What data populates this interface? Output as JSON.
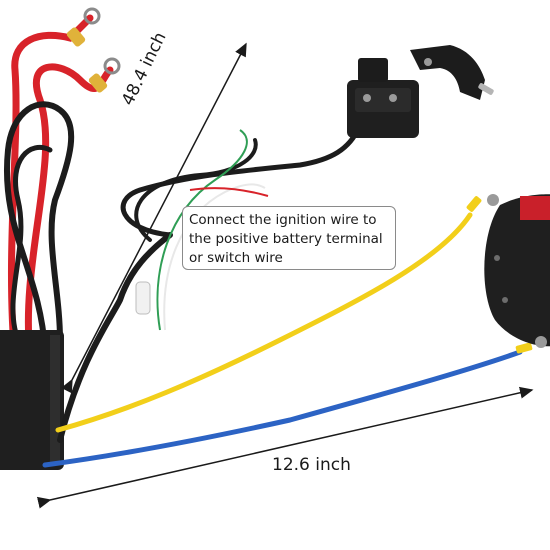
{
  "annotations": {
    "length_vertical": "48.4 inch",
    "length_horizontal": "12.6 inch",
    "callout_lines": [
      "Connect the ignition wire to",
      "the positive battery terminal",
      "or switch wire"
    ]
  },
  "colors": {
    "red_wire": "#d8232a",
    "black_wire": "#1c1c1c",
    "yellow_wire": "#f2cf1a",
    "blue_wire": "#2c63c4",
    "green_wire": "#2f9e55",
    "white_wire": "#e8e8e8",
    "terminal_gold": "#e0b23a",
    "housing_black": "#1f1f1f",
    "arrow": "#1a1a1a"
  }
}
